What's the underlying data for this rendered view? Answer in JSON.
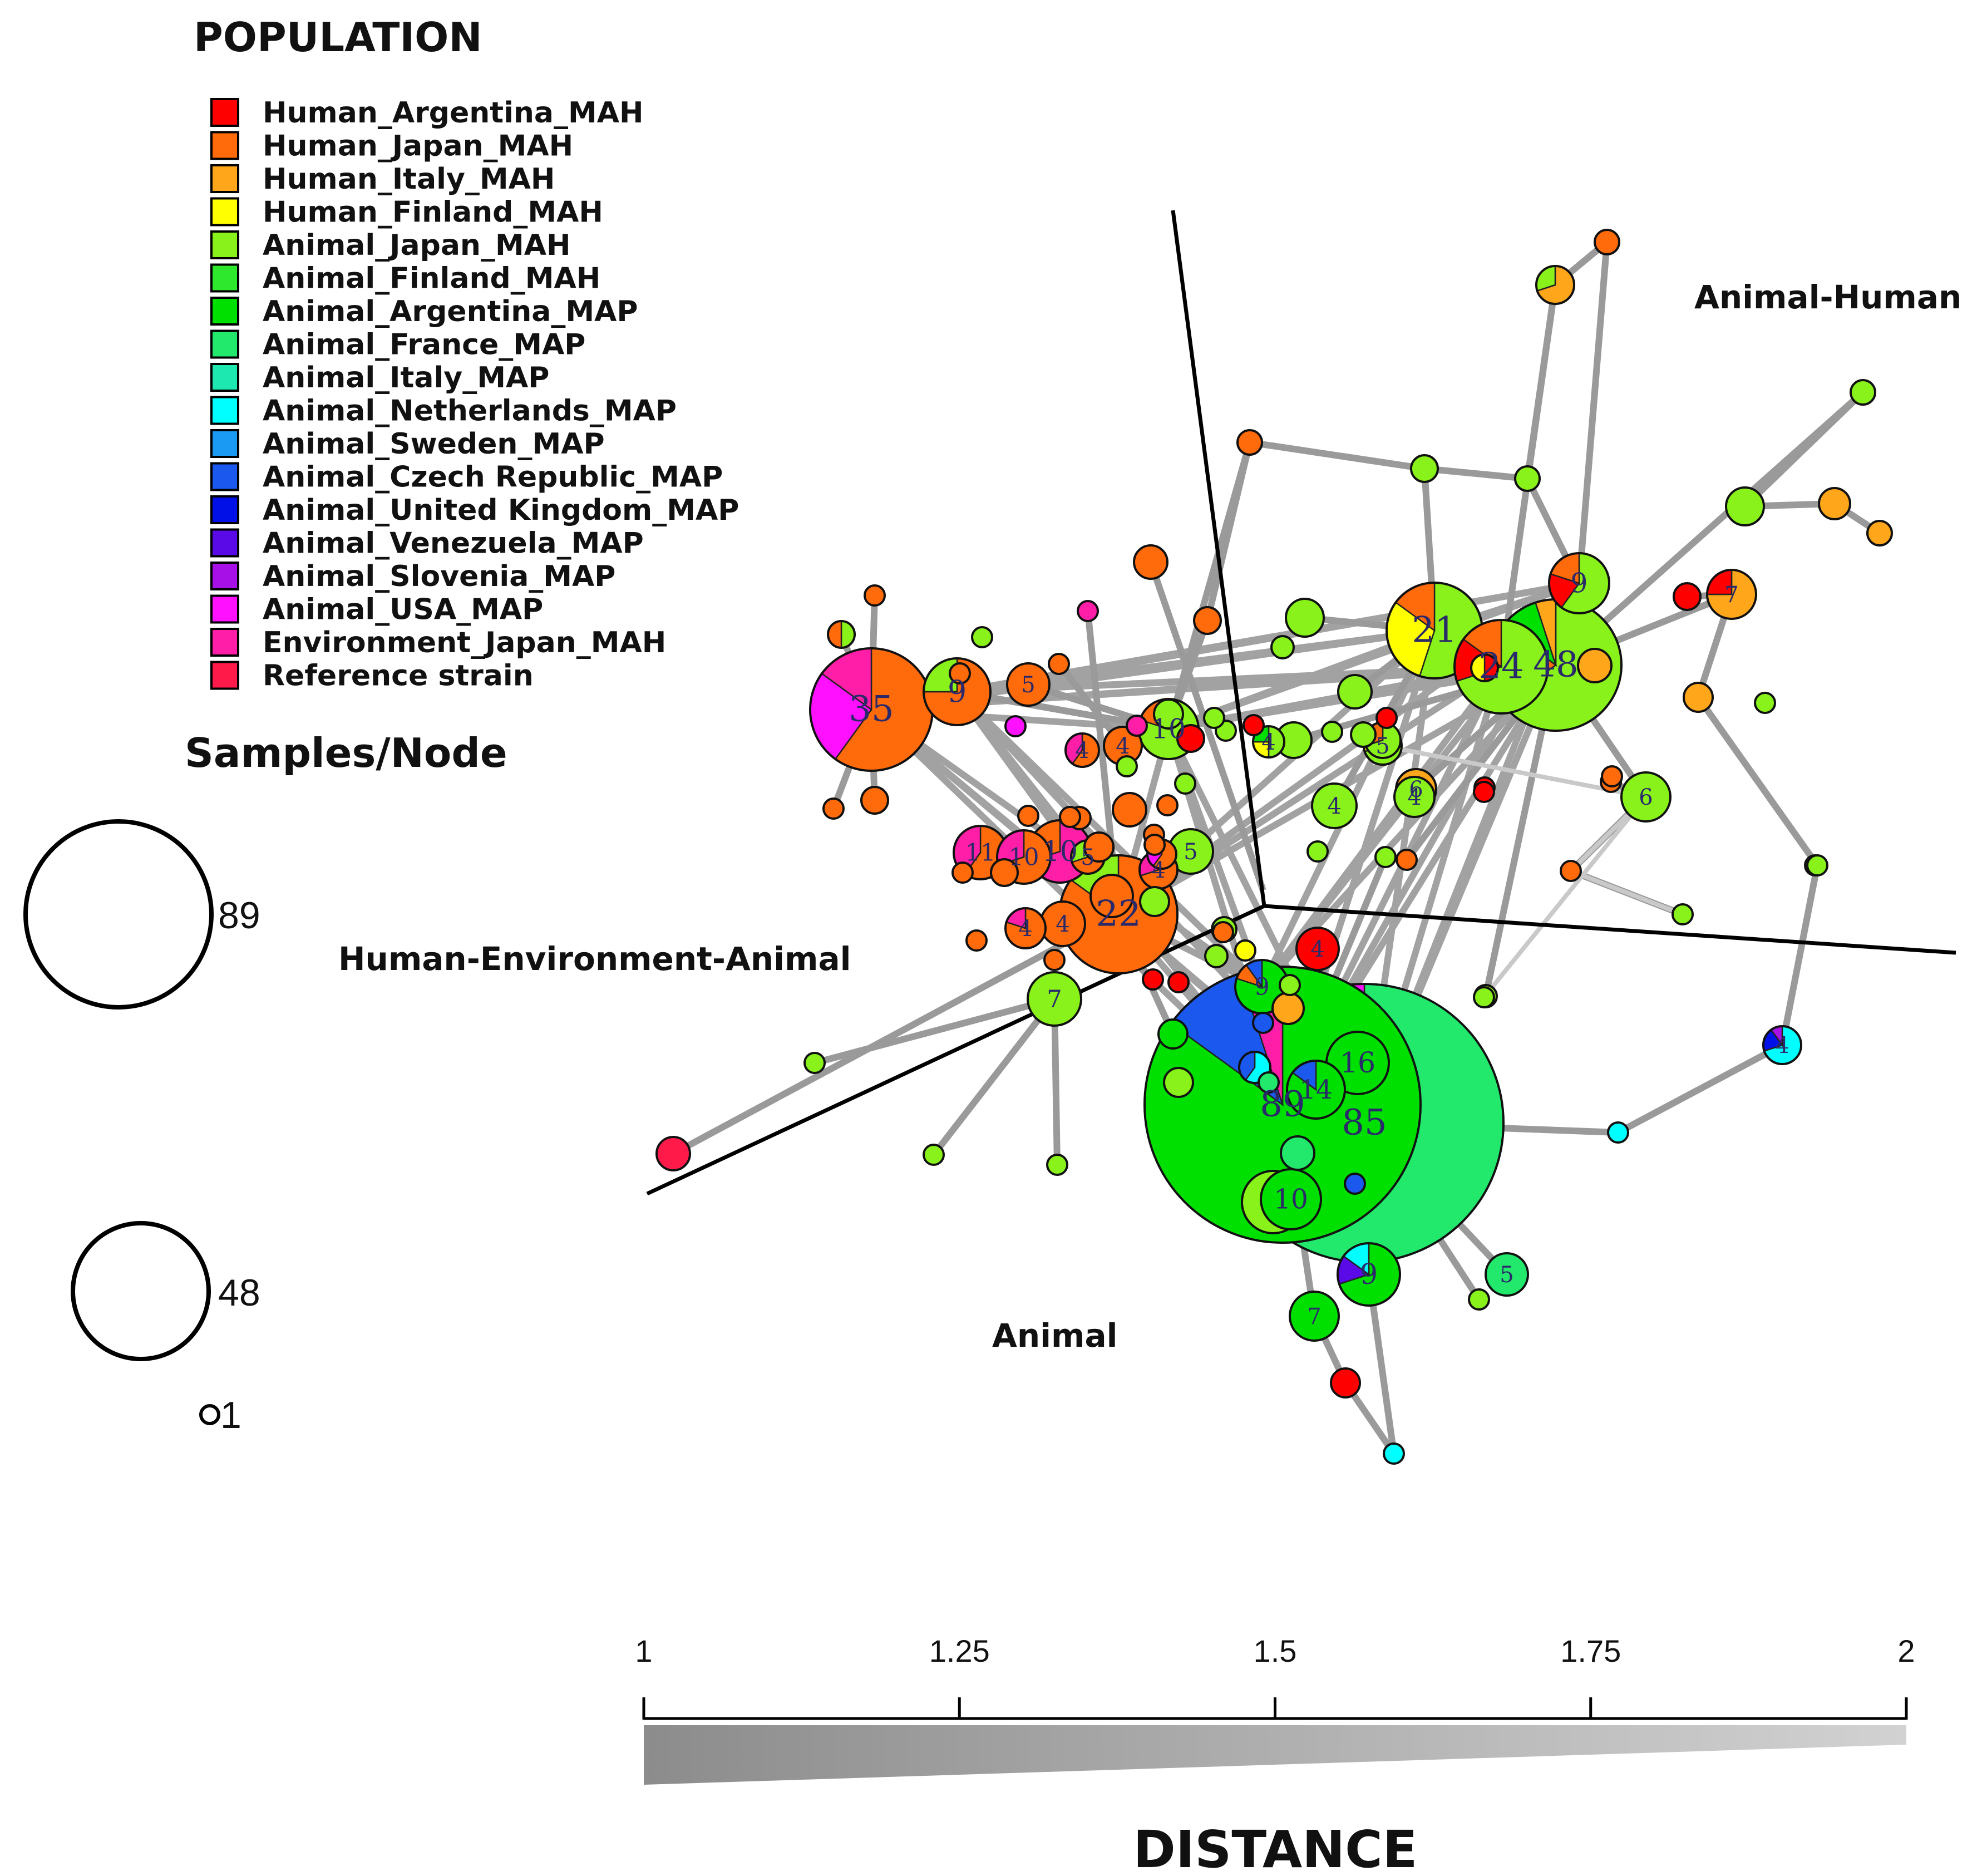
{
  "legend": {
    "title": "POPULATION",
    "items": [
      {
        "label": "Human_Argentina_MAH",
        "color": "#ff0000"
      },
      {
        "label": "Human_Japan_MAH",
        "color": "#ff6a0a"
      },
      {
        "label": "Human_Italy_MAH",
        "color": "#ffa61a"
      },
      {
        "label": "Human_Finland_MAH",
        "color": "#ffff00"
      },
      {
        "label": "Animal_Japan_MAH",
        "color": "#88f21a"
      },
      {
        "label": "Animal_Finland_MAH",
        "color": "#2ee82e"
      },
      {
        "label": "Animal_Argentina_MAP",
        "color": "#00e000"
      },
      {
        "label": "Animal_France_MAP",
        "color": "#22e86c"
      },
      {
        "label": "Animal_Italy_MAP",
        "color": "#1ce8b0"
      },
      {
        "label": "Animal_Netherlands_MAP",
        "color": "#00ffff"
      },
      {
        "label": "Animal_Sweden_MAP",
        "color": "#1a9af2"
      },
      {
        "label": "Animal_Czech Republic_MAP",
        "color": "#1a58ee"
      },
      {
        "label": "Animal_United Kingdom_MAP",
        "color": "#0010e6"
      },
      {
        "label": "Animal_Venezuela_MAP",
        "color": "#5a0ae6"
      },
      {
        "label": "Animal_Slovenia_MAP",
        "color": "#a810e8"
      },
      {
        "label": "Animal_USA_MAP",
        "color": "#ff10ff"
      },
      {
        "label": "Environment_Japan_MAH",
        "color": "#ff1ea8"
      },
      {
        "label": "Reference strain",
        "color": "#ff1a4a"
      }
    ]
  },
  "size_legend": {
    "title": "Samples/Node",
    "items": [
      {
        "label": "89",
        "value": 89
      },
      {
        "label": "48",
        "value": 48
      },
      {
        "label": "1",
        "value": 1
      }
    ]
  },
  "regions": {
    "animal_human": "Animal-Human",
    "human_env_animal": "Human-Environment-Animal",
    "animal": "Animal"
  },
  "distance_scale": {
    "title": "DISTANCE",
    "ticks": [
      "1",
      "1.25",
      "1.5",
      "1.75",
      "2"
    ],
    "min": 1,
    "max": 2
  },
  "node_labels": [
    "89",
    "85",
    "48",
    "24",
    "21",
    "22",
    "35",
    "16",
    "14",
    "11",
    "10",
    "10",
    "10",
    "9",
    "9",
    "9",
    "9",
    "7",
    "7",
    "7",
    "6",
    "6",
    "5",
    "5",
    "5",
    "5",
    "5",
    "5",
    "5",
    "4",
    "4",
    "4",
    "4",
    "4",
    "4",
    "4",
    "4",
    "4",
    "4",
    "4",
    "4",
    "4"
  ]
}
